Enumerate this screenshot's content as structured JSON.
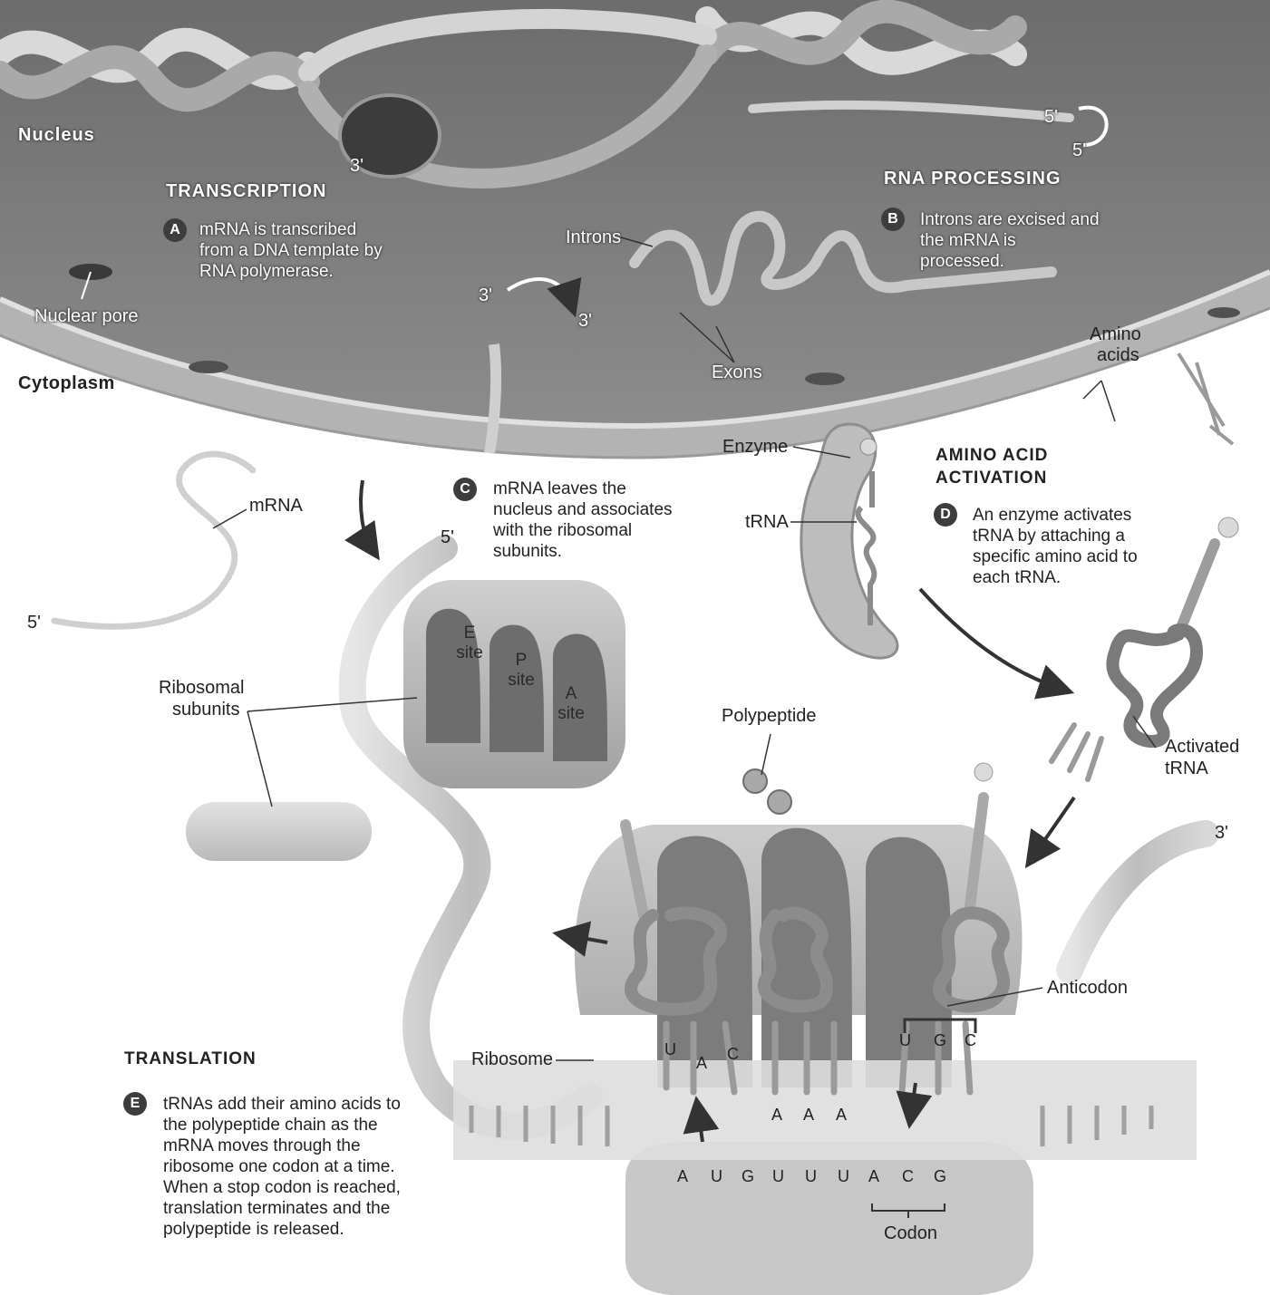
{
  "regions": {
    "nucleus": "Nucleus",
    "cytoplasm": "Cytoplasm",
    "nuclear_pore": "Nuclear pore"
  },
  "steps": {
    "transcription": {
      "heading": "TRANSCRIPTION",
      "badge": "A",
      "text": "mRNA is transcribed from a DNA template by RNA polymerase."
    },
    "rna_processing": {
      "heading": "RNA PROCESSING",
      "badge": "B",
      "text": "Introns are excised and the mRNA is processed."
    },
    "mrna_export": {
      "badge": "C",
      "text": "mRNA leaves the nucleus and associates with the ribosomal subunits."
    },
    "amino_acid_activation": {
      "heading_line1": "AMINO ACID",
      "heading_line2": "ACTIVATION",
      "badge": "D",
      "text": "An enzyme activates tRNA by attaching a specific amino acid to each tRNA."
    },
    "translation": {
      "heading": "TRANSLATION",
      "badge": "E",
      "text": "tRNAs add their amino acids to the polypeptide chain as the mRNA moves through the ribosome one codon at a time. When a stop codon is reached, translation terminates and the polypeptide is released."
    }
  },
  "labels": {
    "introns": "Introns",
    "exons": "Exons",
    "amino_acids_line1": "Amino",
    "amino_acids_line2": "acids",
    "enzyme": "Enzyme",
    "trna": "tRNA",
    "mrna": "mRNA",
    "ribosomal_subunits_line1": "Ribosomal",
    "ribosomal_subunits_line2": "subunits",
    "polypeptide": "Polypeptide",
    "activated_trna_line1": "Activated",
    "activated_trna_line2": "tRNA",
    "anticodon": "Anticodon",
    "ribosome": "Ribosome",
    "codon": "Codon"
  },
  "ends": {
    "three_prime": "3'",
    "five_prime": "5'"
  },
  "sites": {
    "e_line1": "E",
    "e_line2": "site",
    "p_line1": "P",
    "p_line2": "site",
    "a_line1": "A",
    "a_line2": "site"
  },
  "anticodons": {
    "left": [
      "U",
      "A",
      "C"
    ],
    "middle": [
      "A",
      "A",
      "A"
    ],
    "right": [
      "U",
      "G",
      "C"
    ]
  },
  "mrna_sequence": [
    "A",
    "U",
    "G",
    "U",
    "U",
    "U",
    "A",
    "C",
    "G"
  ]
}
